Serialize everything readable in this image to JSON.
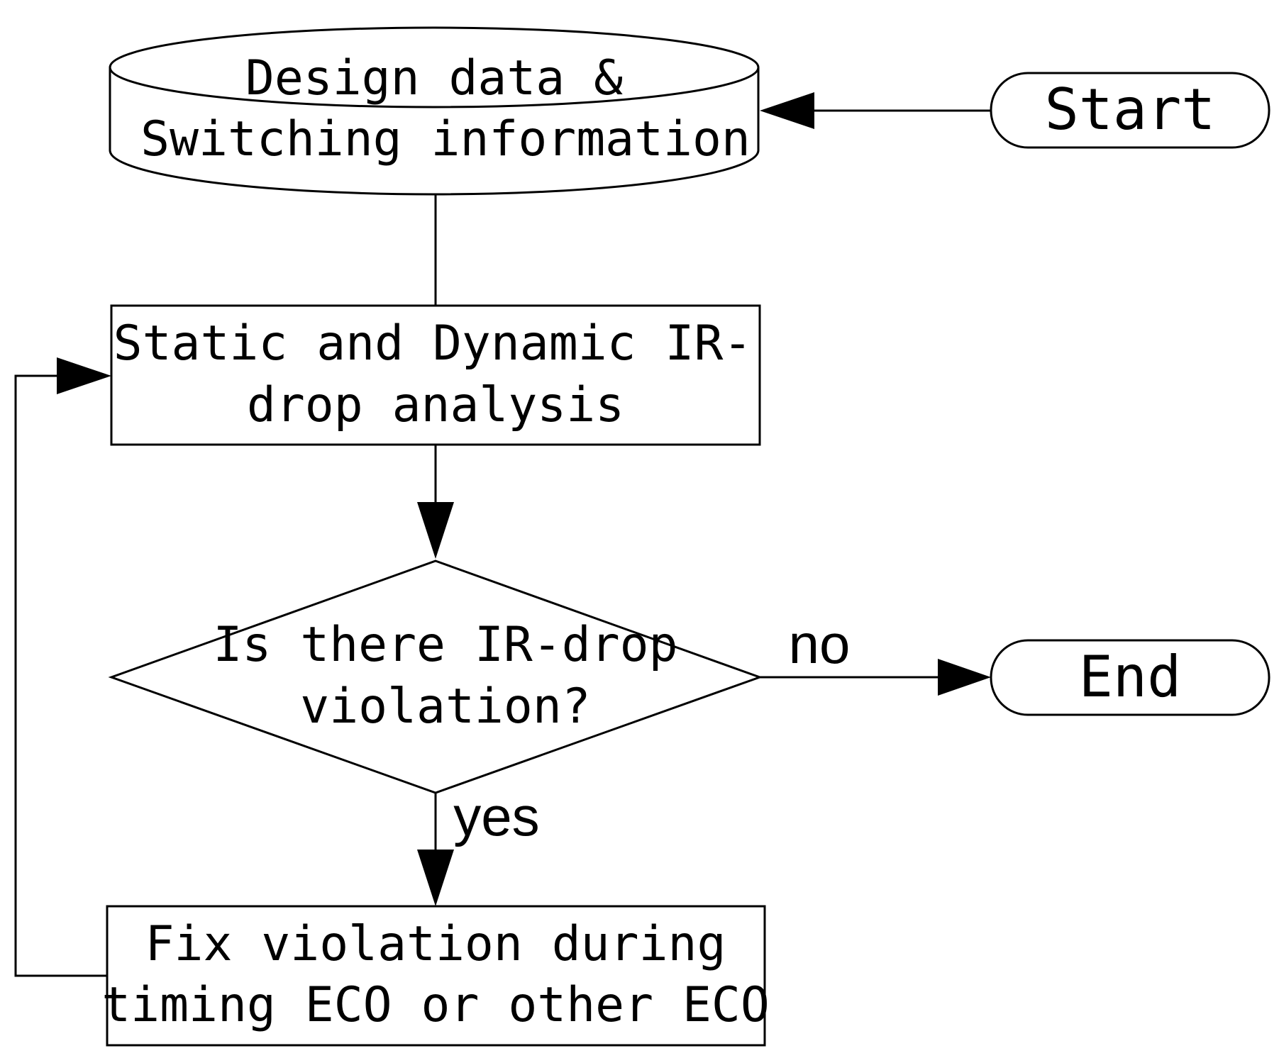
{
  "nodes": {
    "design_data": {
      "lines": [
        "Design data &",
        "Switching information"
      ]
    },
    "start": {
      "label": "Start"
    },
    "analysis": {
      "lines": [
        "Static and Dynamic IR-",
        "drop analysis"
      ]
    },
    "decision": {
      "lines": [
        "Is there IR-drop",
        "violation?"
      ]
    },
    "end": {
      "label": "End"
    },
    "fix": {
      "lines": [
        "Fix violation during",
        "timing ECO or other ECO"
      ]
    }
  },
  "edges": {
    "no_label": "no",
    "yes_label": "yes"
  }
}
